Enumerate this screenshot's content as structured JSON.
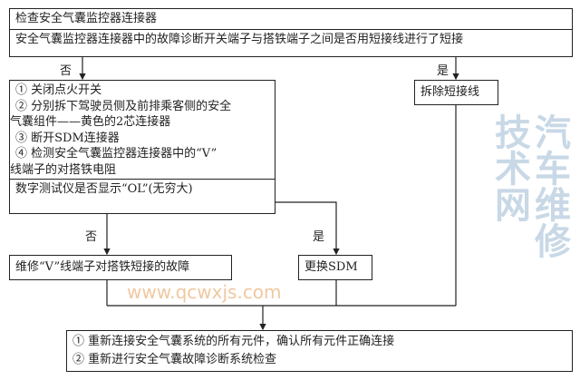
{
  "top_box": {
    "title": "检查安全气囊监控器连接器",
    "question": "安全气囊监控器连接器中的故障诊断开关端子与搭铁端子之间是否用短接线进行了短接"
  },
  "branch_no": "否",
  "branch_yes": "是",
  "remove_jumper": "拆除短接线",
  "steps_box": {
    "lines": [
      "① 关闭点火开关",
      "② 分别拆下驾驶员侧及前排乘客侧的安全",
      "气囊组件——黄色的2芯连接器",
      "③ 断开SDM连接器",
      "④ 检测安全气囊监控器连接器中的“V”",
      "线端子的对搭铁电阻"
    ],
    "question": "数字测试仪是否显示“OL”(无穷大)"
  },
  "branch2_no": "否",
  "branch2_yes": "是",
  "repair_box": "维修“V”线端子对搭铁短接的故障",
  "replace_box": "更换SDM",
  "final_box": {
    "lines": [
      "① 重新连接安全气囊系统的所有元件，确认所有元件正确连接",
      "② 重新进行安全气囊故障诊断系统检查"
    ]
  },
  "watermark": {
    "text": "汽车维修技术网",
    "url": "www.qcwxjs.com"
  }
}
